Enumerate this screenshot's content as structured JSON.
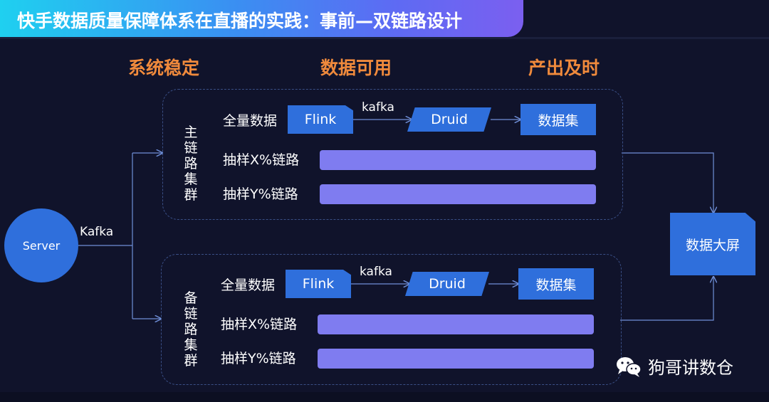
{
  "title": "快手数据质量保障体系在直播的实践：事前—双链路设计",
  "headings": [
    "系统稳定",
    "数据可用",
    "产出及时"
  ],
  "server": "Server",
  "kafka_in": "Kafka",
  "clusters": [
    {
      "label": "主链路集群",
      "full_data_label": "全量数据",
      "flink": "Flink",
      "kafka": "kafka",
      "druid": "Druid",
      "dataset": "数据集",
      "sample_x": "抽样X%链路",
      "sample_y": "抽样Y%链路"
    },
    {
      "label": "备链路集群",
      "full_data_label": "全量数据",
      "flink": "Flink",
      "kafka": "kafka",
      "druid": "Druid",
      "dataset": "数据集",
      "sample_x": "抽样X%链路",
      "sample_y": "抽样Y%链路"
    }
  ],
  "big_screen": "数据大屏",
  "watermark": "狗哥讲数仓",
  "colors": {
    "accent_orange": "#f08a3c",
    "block_blue": "#2f6fdc",
    "bar_purple": "#7f7cf0",
    "background": "#10132b"
  },
  "icons": [
    "wechat-icon"
  ]
}
